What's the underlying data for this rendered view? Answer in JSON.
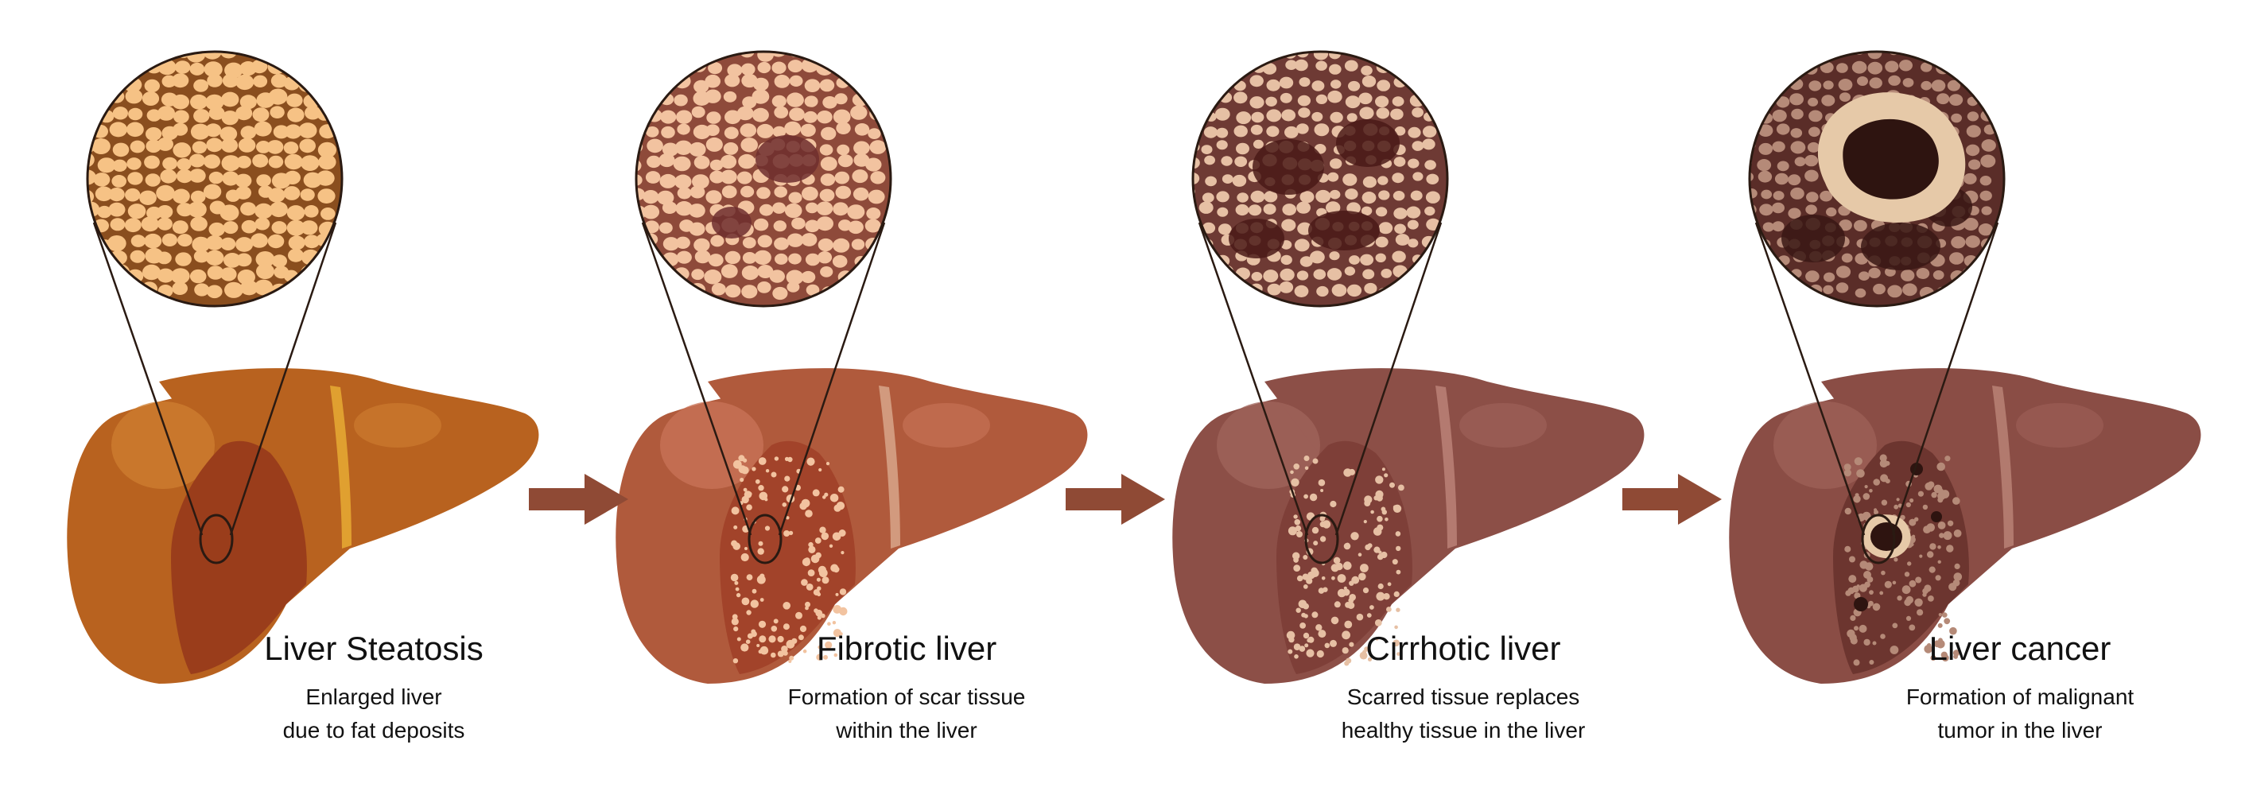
{
  "stages": [
    {
      "title": "Liver Steatosis",
      "description_lines": [
        "Enlarged liver",
        "due to fat deposits"
      ],
      "palette": {
        "lobe": "#b8621f",
        "lobe_light": "#cf7f32",
        "cut": "#9a3d1b",
        "stripe": "#e0a030",
        "circle_bg": "#8a4e1e",
        "spot": "#f6c285",
        "dark": "#5e3010"
      }
    },
    {
      "title": "Fibrotic liver",
      "description_lines": [
        "Formation of scar tissue",
        "within the liver"
      ],
      "palette": {
        "lobe": "#b05a3c",
        "lobe_light": "#c97458",
        "cut": "#a2432a",
        "stripe": "#d29a7e",
        "circle_bg": "#8e4a3a",
        "spot": "#f2c3a0",
        "dark": "#6e2e2e"
      }
    },
    {
      "title": "Cirrhotic liver",
      "description_lines": [
        "Scarred tissue replaces",
        "healthy tissue in the liver"
      ],
      "palette": {
        "lobe": "#8c4f47",
        "lobe_light": "#a0645b",
        "cut": "#7e3f38",
        "stripe": "#b47a70",
        "circle_bg": "#6e3a34",
        "spot": "#e6c0a4",
        "dark": "#4a1a18"
      }
    },
    {
      "title": "Liver cancer",
      "description_lines": [
        "Formation of malignant",
        "tumor in the liver"
      ],
      "palette": {
        "lobe": "#8a4d45",
        "lobe_light": "#9e6158",
        "cut": "#6c352f",
        "stripe": "#b27a6e",
        "circle_bg": "#5a2d28",
        "spot": "#b58a78",
        "dark": "#3a1814"
      }
    }
  ],
  "arrow_color": "#8f4a35"
}
